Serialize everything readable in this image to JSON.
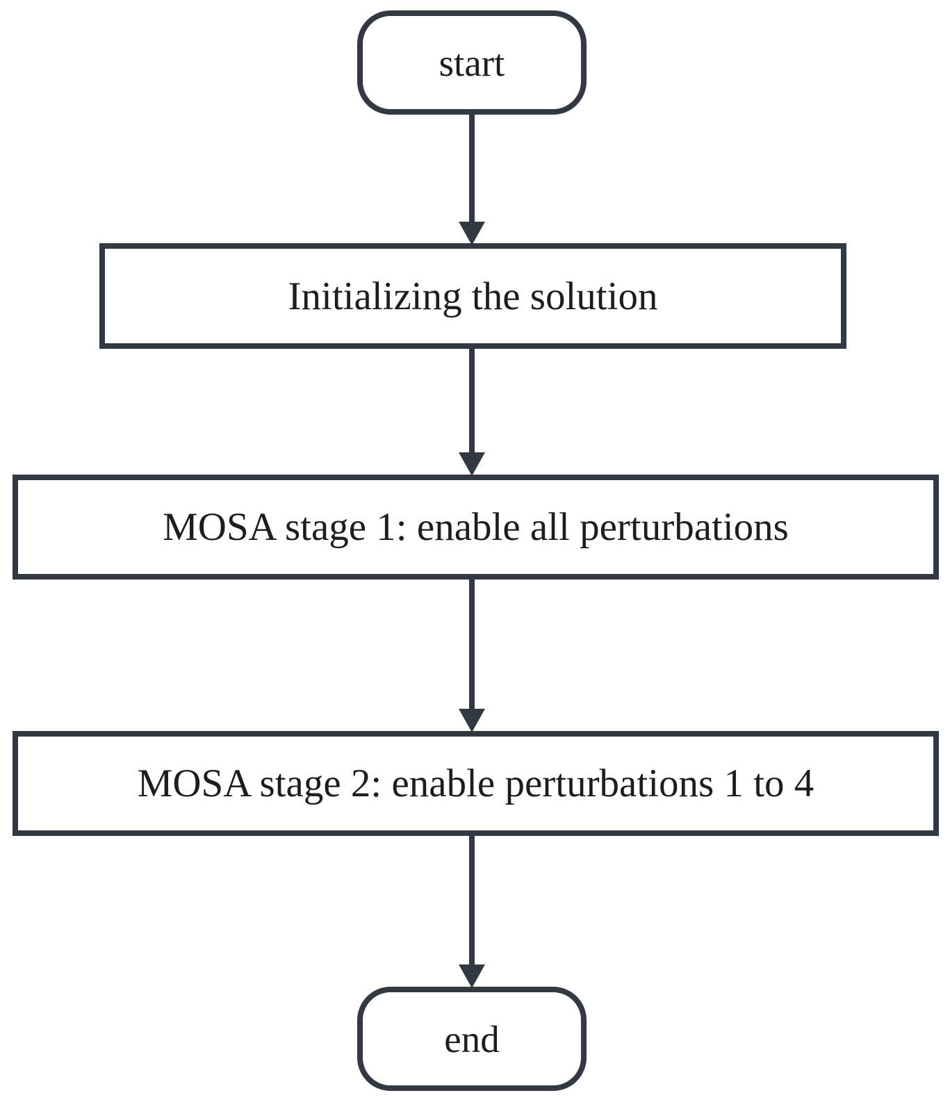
{
  "figure": {
    "type": "flowchart",
    "background_color": "#ffffff",
    "stroke_color": "#333943",
    "text_color": "#1d1d1d",
    "nodes": [
      {
        "id": "start",
        "shape": "terminator",
        "label": "start"
      },
      {
        "id": "init",
        "shape": "process",
        "label": "Initializing the solution"
      },
      {
        "id": "mosa-stage-1",
        "shape": "process",
        "label": "MOSA stage 1: enable all perturbations"
      },
      {
        "id": "mosa-stage-2",
        "shape": "process",
        "label": "MOSA stage 2: enable perturbations 1 to 4"
      },
      {
        "id": "end",
        "shape": "terminator",
        "label": "end"
      }
    ],
    "edges": [
      {
        "from": "start",
        "to": "init",
        "direction": "down"
      },
      {
        "from": "init",
        "to": "mosa-stage-1",
        "direction": "down"
      },
      {
        "from": "mosa-stage-1",
        "to": "mosa-stage-2",
        "direction": "down"
      },
      {
        "from": "mosa-stage-2",
        "to": "end",
        "direction": "down"
      }
    ]
  }
}
